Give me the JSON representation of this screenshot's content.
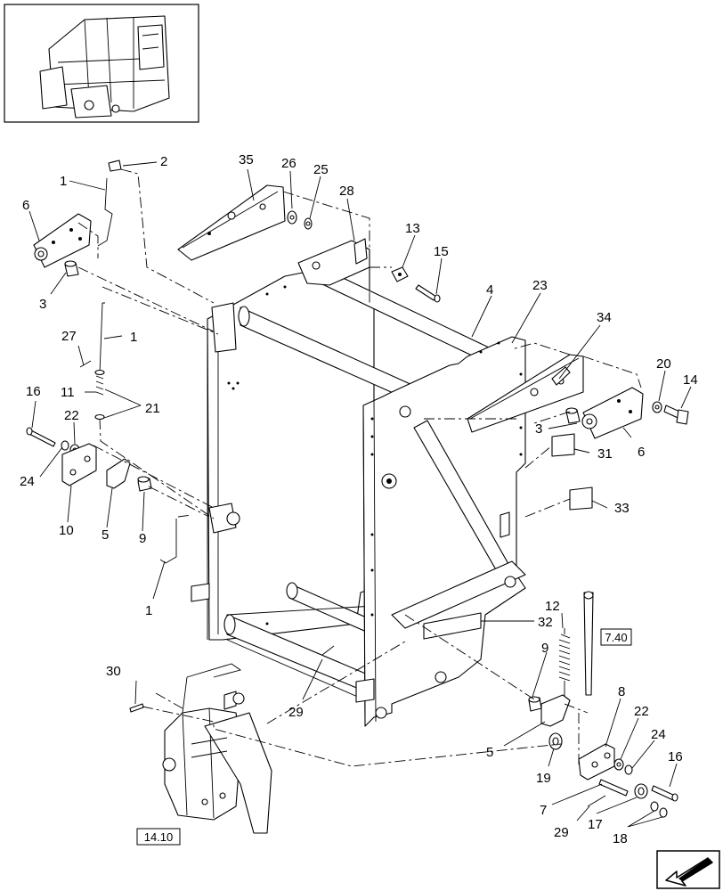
{
  "callouts": {
    "c2": "2",
    "c1a": "1",
    "c6a": "6",
    "c3a": "3",
    "c35": "35",
    "c26": "26",
    "c25": "25",
    "c28": "28",
    "c13": "13",
    "c15": "15",
    "c4": "4",
    "c23": "23",
    "c34": "34",
    "c20": "20",
    "c14": "14",
    "c27": "27",
    "c1b": "1",
    "c11": "11",
    "c21": "21",
    "c16a": "16",
    "c22a": "22",
    "c24a": "24",
    "c10": "10",
    "c5a": "5",
    "c9a": "9",
    "c1c": "1",
    "c3b": "3",
    "c31": "31",
    "c6b": "6",
    "c33": "33",
    "c32": "32",
    "c12": "12",
    "c9b": "9",
    "c30": "30",
    "c29a": "29",
    "c8": "8",
    "c22b": "22",
    "c24b": "24",
    "c5b": "5",
    "c19": "19",
    "c16b": "16",
    "c7": "7",
    "c29b": "29",
    "c17": "17",
    "c18": "18"
  },
  "references": {
    "ref_740": "7.40",
    "ref_1410": "14.10"
  },
  "icons": {
    "thumbnail": "machine-overview-thumbnail-icon",
    "nav": "next-page-arrow-icon"
  }
}
